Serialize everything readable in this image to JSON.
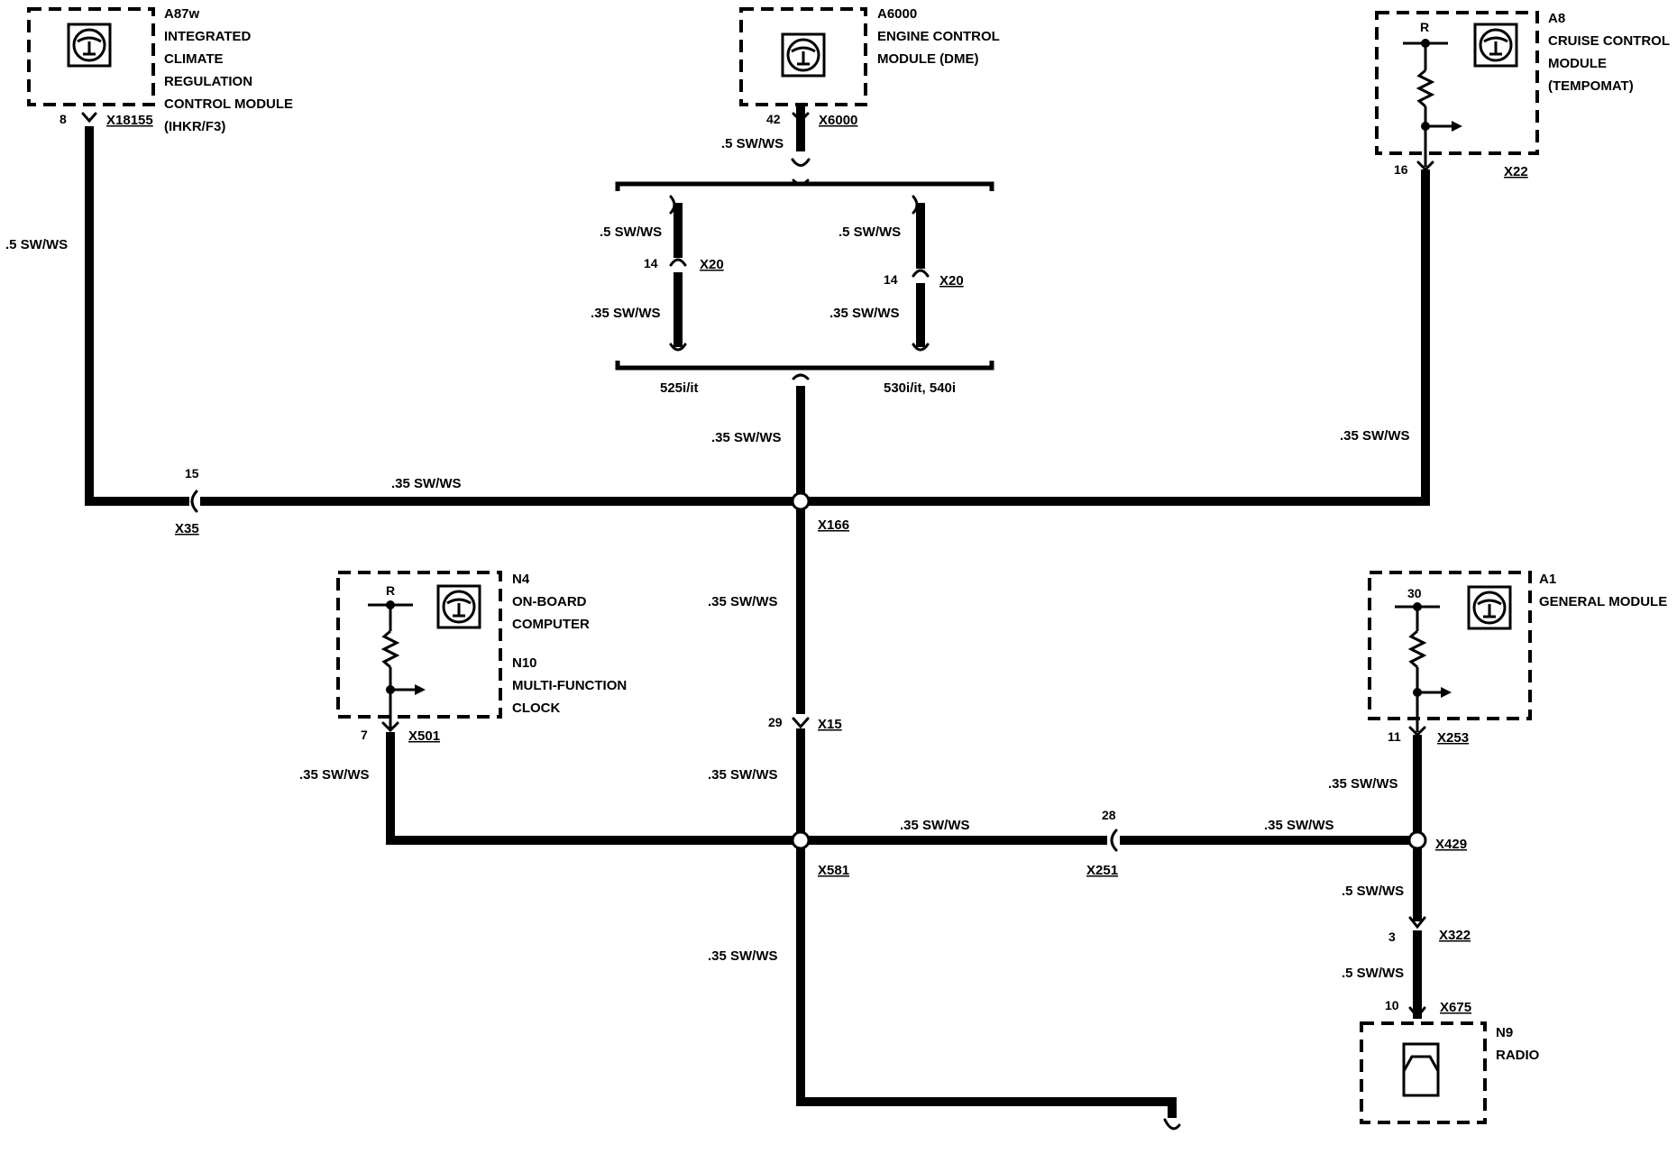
{
  "components": {
    "climate": {
      "id": "A87w",
      "name": [
        "INTEGRATED",
        "CLIMATE",
        "REGULATION",
        "CONTROL MODULE",
        "(IHKR/F3)"
      ],
      "pin": "8",
      "connector": "X18155"
    },
    "ecm": {
      "id": "A6000",
      "name": [
        "ENGINE CONTROL",
        "MODULE (DME)"
      ],
      "pin": "42",
      "connector": "X6000"
    },
    "cruise": {
      "id": "A8",
      "name": [
        "CRUISE CONTROL",
        "MODULE",
        "(TEMPOMAT)"
      ],
      "pin": "16",
      "connector": "X22",
      "resistor": "R"
    },
    "obc": {
      "id": "N4",
      "name": [
        "ON-BOARD",
        "COMPUTER"
      ],
      "id2": "N10",
      "name2": [
        "MULTI-FUNCTION",
        "CLOCK"
      ],
      "pin": "7",
      "connector": "X501",
      "resistor": "R"
    },
    "general": {
      "id": "A1",
      "name": [
        "GENERAL MODULE"
      ],
      "pin": "11",
      "connector": "X253",
      "terminal": "30"
    },
    "radio": {
      "id": "N9",
      "name": [
        "RADIO"
      ],
      "pin": "10",
      "connector": "X675"
    }
  },
  "wires": {
    "w_climate": ".5 SW/WS",
    "w_ecm_out": ".5 SW/WS",
    "w_var_l_top": ".5 SW/WS",
    "w_var_l_bot": ".35 SW/WS",
    "w_var_r_top": ".5 SW/WS",
    "w_var_r_bot": ".35 SW/WS",
    "w_center_upper": ".35 SW/WS",
    "w_left_bus": ".35 SW/WS",
    "w_cruise": ".35 SW/WS",
    "w_center_mid": ".35 SW/WS",
    "w_center_low": ".35 SW/WS",
    "w_obc": ".35 SW/WS",
    "w_bus_mid": ".35 SW/WS",
    "w_bus_right": ".35 SW/WS",
    "w_general": ".35 SW/WS",
    "w_radio_upper": ".5 SW/WS",
    "w_radio_lower": ".5 SW/WS",
    "w_center_bottom": ".35 SW/WS"
  },
  "connectors": {
    "x20_left_pin": "14",
    "x20_left": "X20",
    "x20_right_pin": "14",
    "x20_right": "X20",
    "x35_pin": "15",
    "x35": "X35",
    "x166": "X166",
    "x15_pin": "29",
    "x15": "X15",
    "x581": "X581",
    "x251_pin": "28",
    "x251": "X251",
    "x429": "X429",
    "x322_pin": "3",
    "x322": "X322"
  },
  "variants": {
    "left": "525i/it",
    "right": "530i/it, 540i"
  }
}
